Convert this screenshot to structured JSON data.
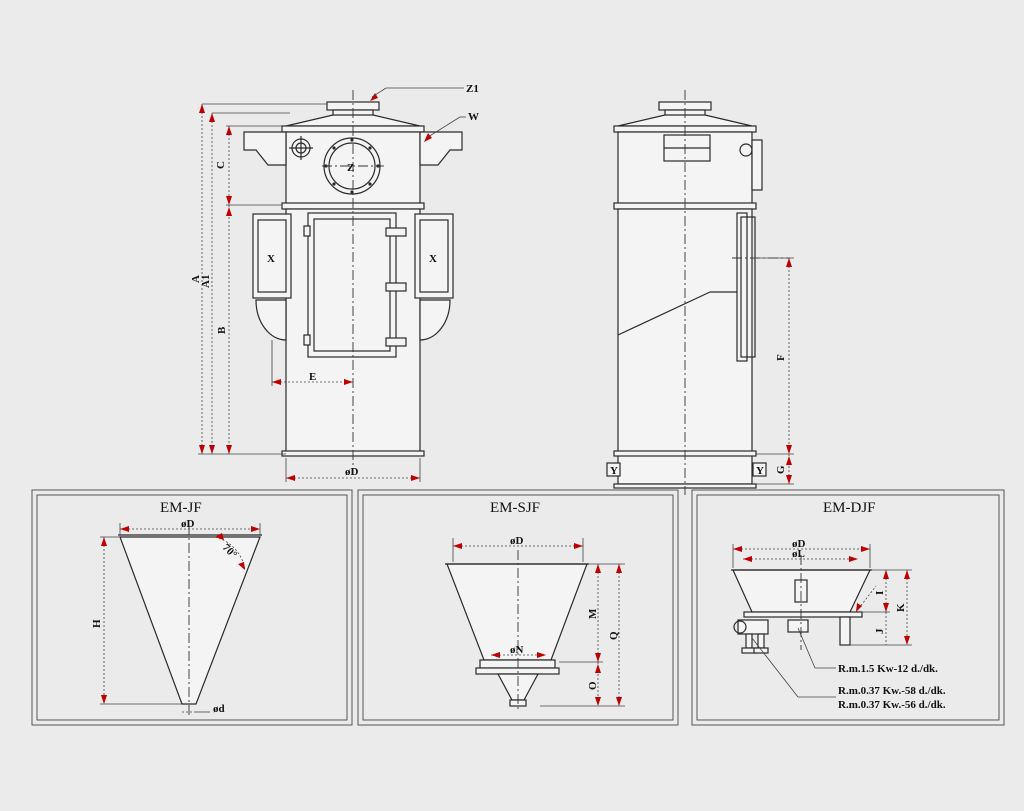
{
  "main_view": {
    "labels": {
      "z1": "Z1",
      "w": "W",
      "z": "Z",
      "x_left": "X",
      "x_right": "X",
      "c": "C",
      "a": "A",
      "a1": "A1",
      "b": "B",
      "e": "E",
      "od": "øD"
    }
  },
  "side_view": {
    "labels": {
      "f": "F",
      "g": "G",
      "y_left": "Y",
      "y_right": "Y"
    }
  },
  "panels": {
    "jf": {
      "title": "EM-JF",
      "od": "øD",
      "angle": "70°",
      "h": "H",
      "small_d": "ød"
    },
    "sjf": {
      "title": "EM-SJF",
      "od": "øD",
      "on": "øN",
      "m": "M",
      "q": "Q",
      "o": "O"
    },
    "djf": {
      "title": "EM-DJF",
      "od": "øD",
      "ol": "øL",
      "i": "I",
      "k": "K",
      "j": "J",
      "notes": [
        "R.m.1.5 Kw-12 d./dk.",
        "R.m.0.37 Kw.-58 d./dk.",
        "R.m.0.37 Kw.-56 d./dk."
      ]
    }
  },
  "colors": {
    "background": "#ebebeb",
    "arrow": "#c00000",
    "line": "#2a2a2a"
  }
}
